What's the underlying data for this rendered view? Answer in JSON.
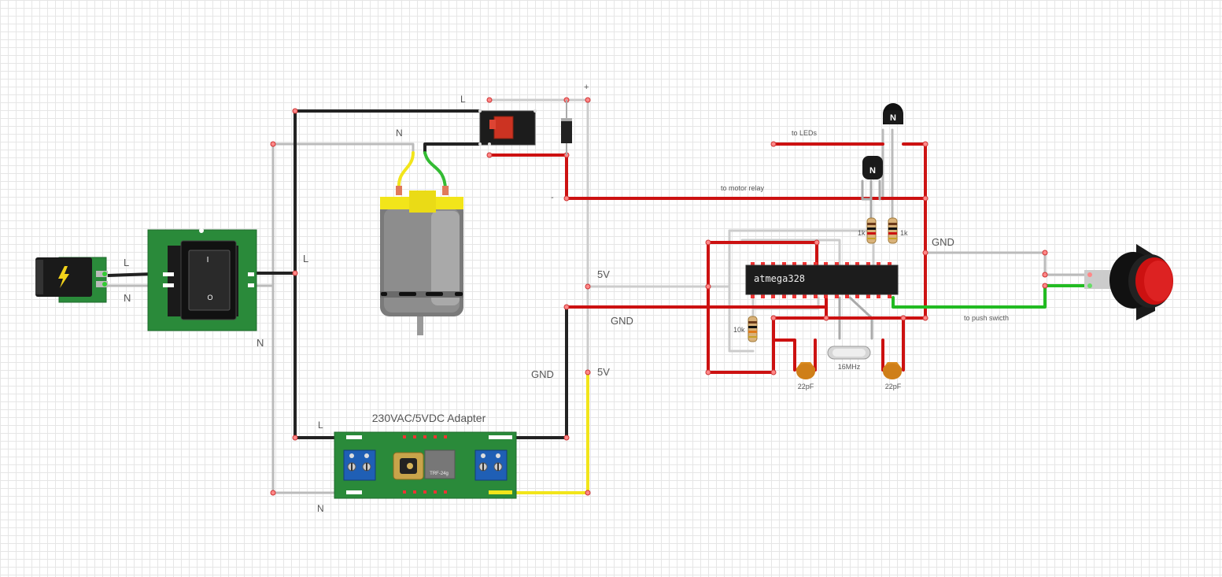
{
  "labels": {
    "relay_L": "L",
    "relay_N": "N",
    "plus": "+",
    "minus": "-",
    "jack_L": "L",
    "jack_N": "N",
    "bus_L": "L",
    "bus_N": "N",
    "adapter_L": "L",
    "adapter_N": "N",
    "five_v_upper": "5V",
    "five_v_lower": "5V",
    "gnd_left": "GND",
    "gnd_mid": "GND",
    "gnd_right": "GND",
    "to_leds": "to LEDs",
    "to_motor_relay": "to motor relay",
    "to_push_switch": "to push swicth",
    "r1": "1k",
    "r2": "1k",
    "r3": "10k",
    "crystal": "16MHz",
    "cap1": "22pF",
    "cap2": "22pF",
    "adapter_title": "230VAC/5VDC Adapter",
    "ic": "atmega328",
    "adapter_module": "TRF-24g",
    "rocker_on": "I",
    "rocker_off": "O",
    "transistor_1": "N",
    "transistor_2": "N"
  },
  "colors": {
    "wire_red": "#cc1111",
    "wire_black": "#222222",
    "wire_gray": "#bbbbbb",
    "wire_yellow": "#f2e51a",
    "wire_green": "#22bb22",
    "pcb_green": "#2a8a3a"
  },
  "icons": {
    "power_jack": "lightning-bolt-icon",
    "transistor": "n-channel-icon"
  }
}
